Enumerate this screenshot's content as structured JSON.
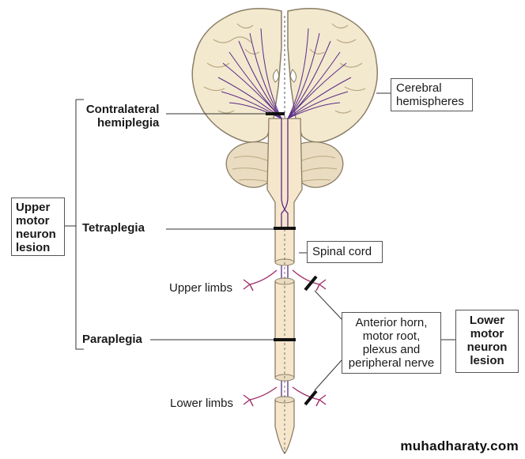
{
  "labels": {
    "contralateral_hemiplegia": [
      "Contralateral",
      "hemiplegia"
    ],
    "cerebral_hemispheres": [
      "Cerebral",
      "hemispheres"
    ],
    "upper_motor_neuron_lesion": [
      "Upper",
      "motor",
      "neuron",
      "lesion"
    ],
    "tetraplegia": "Tetraplegia",
    "spinal_cord": "Spinal cord",
    "upper_limbs": "Upper limbs",
    "paraplegia": "Paraplegia",
    "anterior_horn": [
      "Anterior horn,",
      "motor root,",
      "plexus and",
      "peripheral nerve"
    ],
    "lower_motor_neuron_lesion": [
      "Lower",
      "motor",
      "neuron",
      "lesion"
    ],
    "lower_limbs": "Lower limbs"
  },
  "watermark": "muhadharaty.com",
  "colors": {
    "brain_fill": "#f3e9cf",
    "brain_stroke": "#8a7e66",
    "cord_fill": "#f6e6cc",
    "tract": "#5b2a86",
    "nerve": "#a0306a",
    "lesion": "#111111"
  }
}
